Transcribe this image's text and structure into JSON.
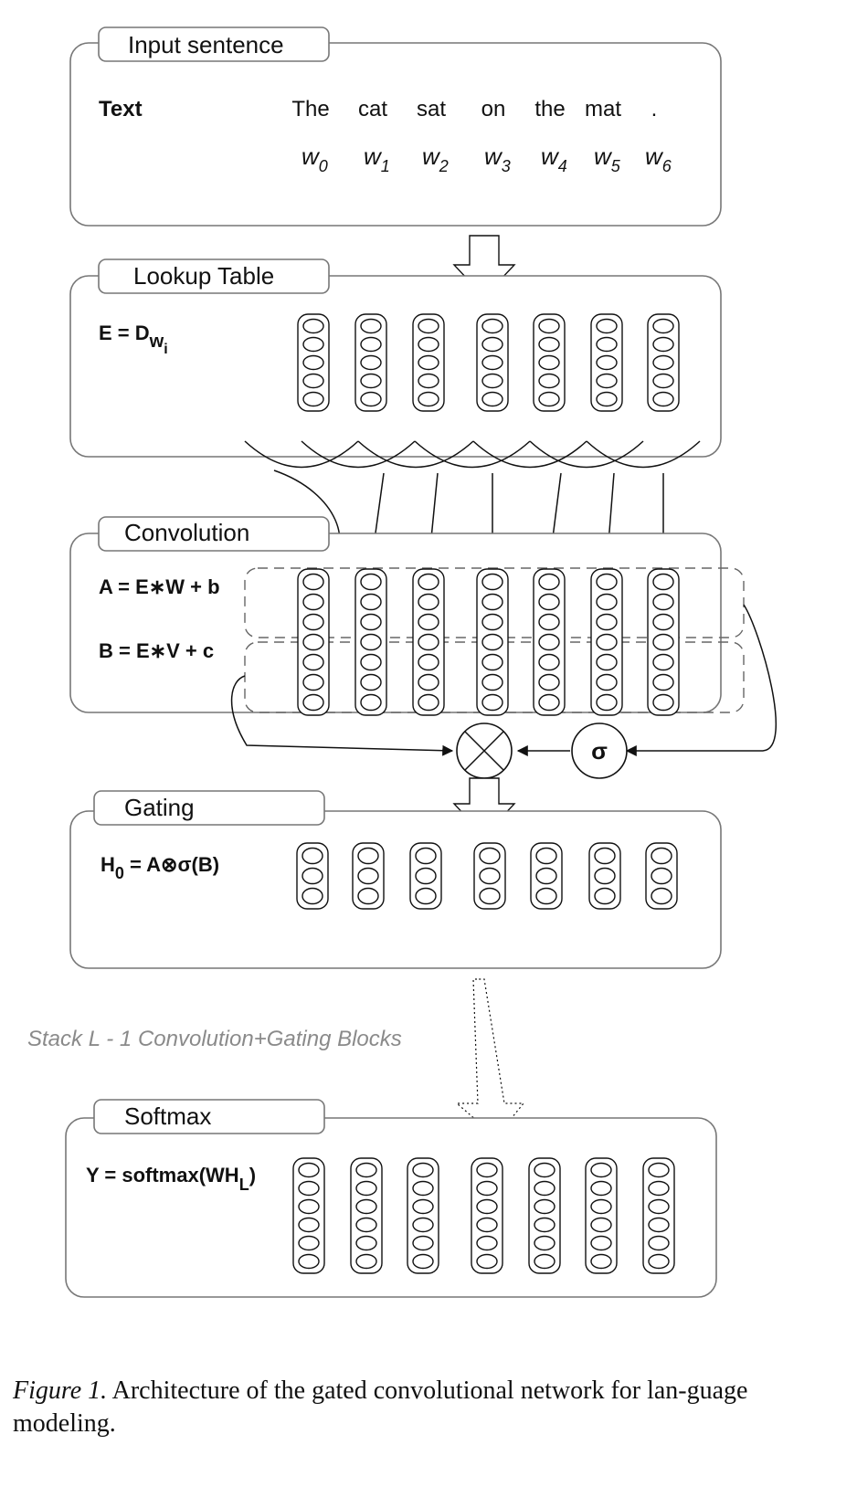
{
  "sections": {
    "input": {
      "title": "Input sentence",
      "text_label": "Text",
      "tokens": [
        "The",
        "cat",
        "sat",
        "on",
        "the",
        "mat",
        "."
      ],
      "word_var": "w",
      "word_subs": [
        "0",
        "1",
        "2",
        "3",
        "4",
        "5",
        "6"
      ]
    },
    "lookup": {
      "title": "Lookup Table",
      "formula_main": "E = D",
      "formula_sub": "w",
      "formula_subsub": "i"
    },
    "convolution": {
      "title": "Convolution",
      "formula_a": "A = E∗W + b",
      "formula_b": "B = E∗V + c"
    },
    "gating": {
      "title": "Gating",
      "formula_main": "H",
      "formula_sub": "0",
      "formula_rest": " = A⊗σ(B)"
    },
    "stack_note": "Stack L - 1 Convolution+Gating Blocks",
    "softmax": {
      "title": "Softmax",
      "formula_main": "Y = softmax(WH",
      "formula_sub": "L",
      "formula_close": ")"
    }
  },
  "operators": {
    "multiply": "⊗",
    "sigma": "σ"
  },
  "caption": {
    "label": "Figure 1.",
    "text": "Architecture of the gated convolutional network for lan-guage modeling."
  }
}
